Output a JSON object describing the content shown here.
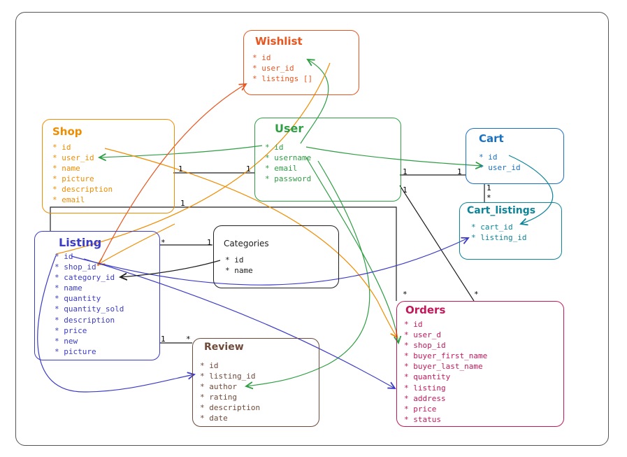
{
  "colors": {
    "wishlist": "#e8551f",
    "shop": "#f08c00",
    "user": "#2f9e44",
    "cart": "#1971c2",
    "cart_listings": "#0c8599",
    "listing": "#3b3bc7",
    "categories": "#1e1e1e",
    "review": "#6f4a3a",
    "orders": "#c2185b",
    "frame": "#555555"
  },
  "entities": {
    "wishlist": {
      "title": "Wishlist",
      "fields": [
        "id",
        "user_id",
        "listings []"
      ]
    },
    "shop": {
      "title": "Shop",
      "fields": [
        "id",
        "user_id",
        "name",
        "picture",
        "description",
        "email"
      ]
    },
    "user": {
      "title": "User",
      "fields": [
        "id",
        "username",
        "email",
        "password"
      ]
    },
    "cart": {
      "title": "Cart",
      "fields": [
        "id",
        "user_id"
      ]
    },
    "cart_listings": {
      "title": "Cart_listings",
      "fields": [
        "cart_id",
        "listing_id"
      ]
    },
    "listing": {
      "title": "Listing",
      "fields": [
        "id",
        "shop_id",
        "category_id",
        "name",
        "quantity",
        "quantity_sold",
        "description",
        "price",
        "new",
        "picture"
      ]
    },
    "categories": {
      "title": "Categories",
      "fields": [
        "id",
        "name"
      ]
    },
    "review": {
      "title": "Review",
      "fields": [
        "id",
        "listing_id",
        "author",
        "rating",
        "description",
        "date"
      ]
    },
    "orders": {
      "title": "Orders",
      "fields": [
        "id",
        "user_d",
        "shop_id",
        "buyer_first_name",
        "buyer_last_name",
        "quantity",
        "listing",
        "address",
        "price",
        "status"
      ]
    }
  },
  "cardinality": {
    "shop_user_1a": "1",
    "shop_user_1b": "1",
    "user_cart_1a": "1",
    "user_cart_1b": "1",
    "cart_cl_1": "1",
    "cart_cl_many": "*",
    "shop_orders_1": "1",
    "shop_orders_many": "*",
    "user_orders_1": "1",
    "user_orders_many": "*",
    "listing_cat_many": "*",
    "listing_cat_1": "1",
    "listing_review_1": "1",
    "listing_review_many": "*"
  }
}
